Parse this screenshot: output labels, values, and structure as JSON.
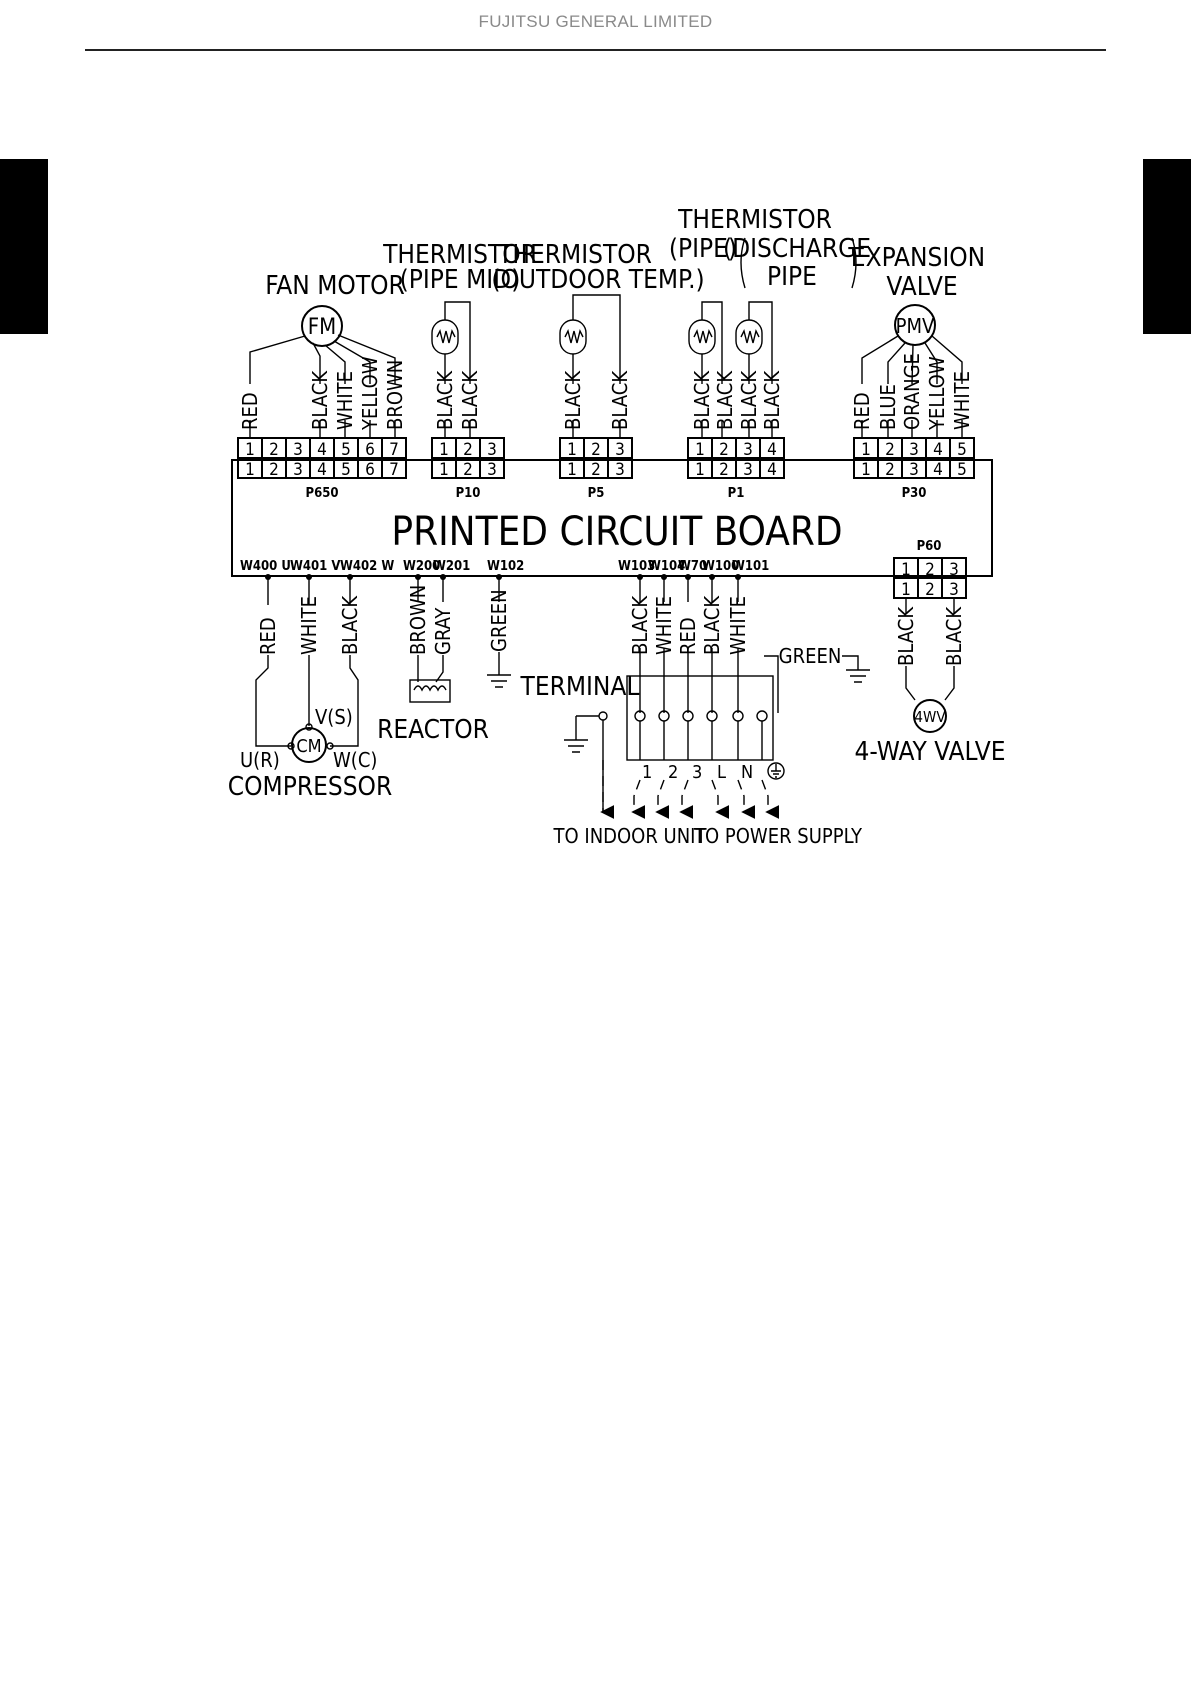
{
  "header": {
    "company": "FUJITSU GENERAL LIMITED"
  },
  "diagram": {
    "board": "PRINTED CIRCUIT BOARD",
    "fan_motor": {
      "title": "FAN MOTOR",
      "symbol": "FM",
      "wires": [
        "RED",
        "BLACK",
        "WHITE",
        "YELLOW",
        "BROWN"
      ],
      "connector": "P650",
      "pins": [
        "1",
        "2",
        "3",
        "4",
        "5",
        "6",
        "7"
      ]
    },
    "thermistor_pipe_mid": {
      "title1": "THERMISTOR",
      "title2": "(PIPE MID)",
      "wires": [
        "BLACK",
        "BLACK"
      ],
      "connector": "P10",
      "pins": [
        "1",
        "2",
        "3"
      ]
    },
    "thermistor_outdoor": {
      "title1": "THERMISTOR",
      "title2": "(OUTDOOR TEMP.)",
      "wires": [
        "BLACK",
        "BLACK"
      ],
      "connector": "P5",
      "pins": [
        "1",
        "2",
        "3"
      ]
    },
    "thermistor_pipe_discharge": {
      "title1": "THERMISTOR",
      "title2": "(PIPE)",
      "title3": "(DISCHARGE",
      "title4": "PIPE",
      "wires": [
        "BLACK",
        "BLACK",
        "BLACK",
        "BLACK"
      ],
      "connector": "P1",
      "pins": [
        "1",
        "2",
        "3",
        "4"
      ]
    },
    "expansion_valve": {
      "title1": "EXPANSION",
      "title2": "VALVE",
      "symbol": "PMV",
      "wires": [
        "RED",
        "BLUE",
        "ORANGE",
        "YELLOW",
        "WHITE"
      ],
      "connector": "P30",
      "pins": [
        "1",
        "2",
        "3",
        "4",
        "5"
      ]
    },
    "p60": {
      "connector": "P60",
      "pins": [
        "1",
        "2",
        "3"
      ],
      "wires": [
        "BLACK",
        "BLACK"
      ]
    },
    "four_way_valve": {
      "symbol": "4WV",
      "title": "4-WAY VALVE"
    },
    "compressor": {
      "title": "COMPRESSOR",
      "symbol": "CM",
      "terminals": {
        "u": "U(R)",
        "v": "V(S)",
        "w": "W(C)"
      },
      "wires": [
        "RED",
        "WHITE",
        "BLACK"
      ],
      "points": [
        "W400 U",
        "W401 V",
        "W402 W"
      ]
    },
    "reactor": {
      "title": "REACTOR",
      "wires": [
        "BROWN",
        "GRAY"
      ],
      "points": [
        "W200",
        "W201"
      ]
    },
    "ground_wire": {
      "wire": "GREEN",
      "point": "W102"
    },
    "terminal_block": {
      "title": "TERMINAL",
      "points": [
        "W103",
        "W104",
        "W70",
        "W100",
        "W101"
      ],
      "wires": [
        "BLACK",
        "WHITE",
        "RED",
        "BLACK",
        "WHITE"
      ],
      "ground_wire": "GREEN",
      "terminals": [
        "1",
        "2",
        "3",
        "L",
        "N"
      ],
      "to_indoor": "TO INDOOR UNIT",
      "to_power": "TO POWER SUPPLY"
    }
  }
}
